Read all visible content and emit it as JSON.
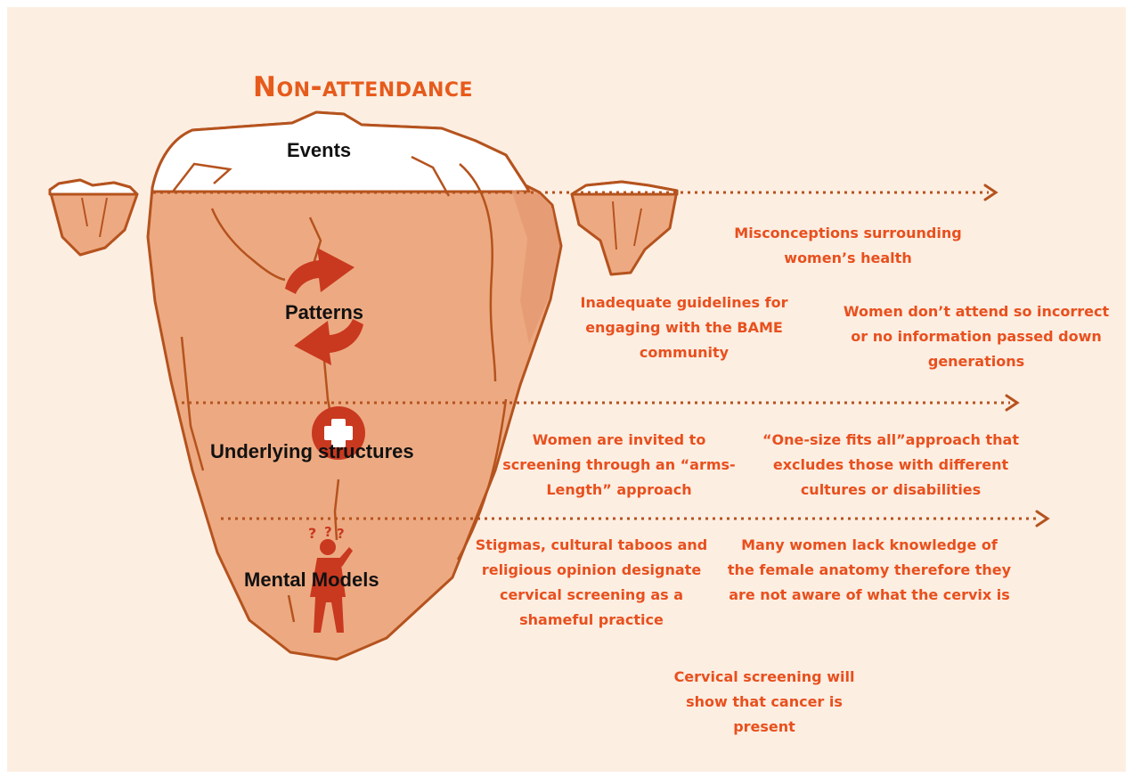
{
  "title": "Non-attendance",
  "layers": {
    "events": "Events",
    "patterns": "Patterns",
    "underlying_structures": "Underlying structures",
    "mental_models": "Mental Models"
  },
  "notes": {
    "patterns": [
      "Misconceptions surrounding women’s health",
      "Inadequate guidelines for engaging with the BAME community",
      "Women don’t attend so incorrect or no information passed down generations"
    ],
    "underlying_structures": [
      "Women are invited to screening through an “arms-Length” approach",
      "“One-size fits all”approach that excludes those with different cultures or disabilities"
    ],
    "mental_models": [
      "Stigmas, cultural taboos and religious opinion designate cervical screening as a shameful practice",
      "Many women lack knowledge of the female anatomy therefore they are not aware of what the cervix is",
      "Cervical screening will show that cancer is present"
    ]
  },
  "colors": {
    "background": "#fdeee2",
    "iceberg_fill": "#edaa82",
    "outline": "#b5531e",
    "accent_text": "#e8501e",
    "icon": "#c9391f",
    "snow": "#ffffff"
  },
  "icons": [
    "cycle-arrows-icon",
    "medical-cross-icon",
    "confused-person-icon",
    "dotted-arrow-icon"
  ]
}
